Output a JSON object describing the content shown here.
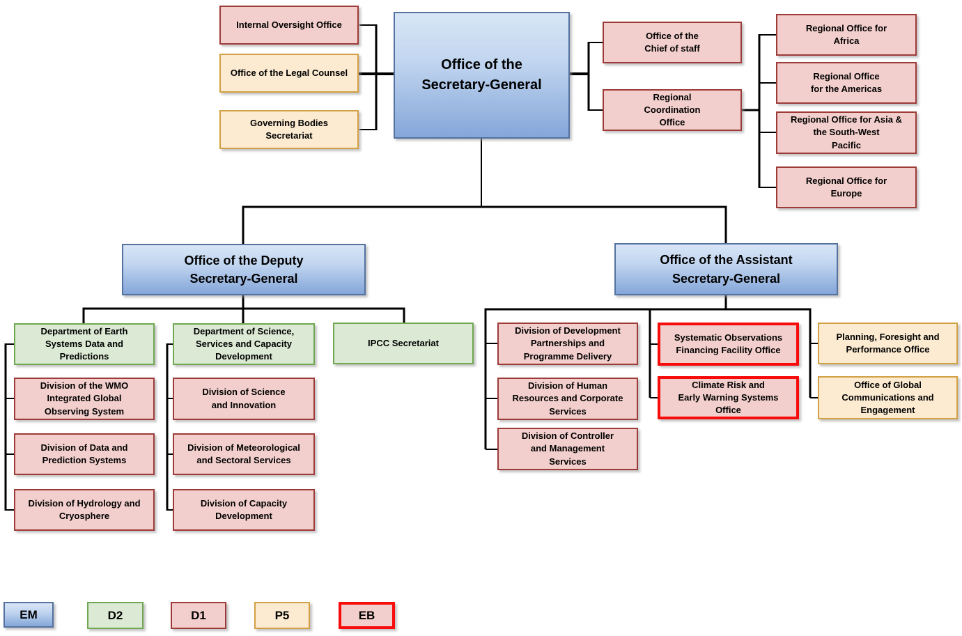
{
  "nodes": {
    "iso": {
      "label": "Internal Oversight Office",
      "grade": "D1"
    },
    "legal": {
      "label": "Office of the Legal Counsel",
      "grade": "P5"
    },
    "gbs": {
      "label": "Governing Bodies\nSecretariat",
      "grade": "P5"
    },
    "sg": {
      "label": "Office of the\nSecretary-General",
      "grade": "EM"
    },
    "cos": {
      "label": "Office of the\nChief of staff",
      "grade": "D1"
    },
    "rco": {
      "label": "Regional\nCoordination\nOffice",
      "grade": "D1"
    },
    "roa": {
      "label": "Regional Office for\nAfrica",
      "grade": "D1"
    },
    "roam": {
      "label": "Regional Office\nfor the Americas",
      "grade": "D1"
    },
    "roasp": {
      "label": "Regional Office for Asia &\nthe South-West\nPacific",
      "grade": "D1"
    },
    "roe": {
      "label": "Regional Office for\nEurope",
      "grade": "D1"
    },
    "dsg": {
      "label": "Office of the Deputy\nSecretary-General",
      "grade": "EM"
    },
    "asg": {
      "label": "Office of the Assistant\nSecretary-General",
      "grade": "EM"
    },
    "desdp": {
      "label": "Department of Earth\nSystems Data and\nPredictions",
      "grade": "D2"
    },
    "dwigos": {
      "label": "Division of the WMO\nIntegrated Global\nObserving System",
      "grade": "D1"
    },
    "ddps": {
      "label": "Division of Data and\nPrediction Systems",
      "grade": "D1"
    },
    "dhc": {
      "label": "Division of Hydrology and\nCryosphere",
      "grade": "D1"
    },
    "dsscd": {
      "label": "Department of Science,\nServices and Capacity\nDevelopment",
      "grade": "D2"
    },
    "dsi": {
      "label": "Division of Science\nand Innovation",
      "grade": "D1"
    },
    "dmss": {
      "label": "Division of Meteorological\nand Sectoral Services",
      "grade": "D1"
    },
    "dcd": {
      "label": "Division of Capacity\nDevelopment",
      "grade": "D1"
    },
    "ipcc": {
      "label": "IPCC Secretariat",
      "grade": "D2"
    },
    "ddppd": {
      "label": "Division of Development\nPartnerships and\nProgramme Delivery",
      "grade": "D1"
    },
    "dhrcs": {
      "label": "Division of Human\nResources and Corporate\nServices",
      "grade": "D1"
    },
    "dcms": {
      "label": "Division of Controller\nand Management\nServices",
      "grade": "D1"
    },
    "soff": {
      "label": "Systematic Observations\nFinancing Facility Office",
      "grade": "EB"
    },
    "crews": {
      "label": "Climate Risk and\nEarly Warning Systems\nOffice",
      "grade": "EB"
    },
    "pfpo": {
      "label": "Planning, Foresight and\nPerformance Office",
      "grade": "P5"
    },
    "ogce": {
      "label": "Office of Global\nCommunications and\nEngagement",
      "grade": "P5"
    }
  },
  "legend": {
    "items": [
      {
        "label": "EM",
        "style": "blue-gradient"
      },
      {
        "label": "D2",
        "style": "green"
      },
      {
        "label": "D1",
        "style": "pink"
      },
      {
        "label": "P5",
        "style": "orange"
      },
      {
        "label": "EB",
        "style": "pink-red-border"
      }
    ]
  },
  "colors": {
    "em_fill_top": "#d8e5f6",
    "em_fill_bottom": "#84a6d9",
    "em_border": "#54719f",
    "d1_fill": "#f2cfcc",
    "d1_border": "#9d3b39",
    "d2_fill": "#dcead5",
    "d2_border": "#6fa850",
    "p5_fill": "#fcebd1",
    "p5_border": "#d2a044",
    "eb_border": "#f70b0b",
    "connector": "#000000"
  }
}
